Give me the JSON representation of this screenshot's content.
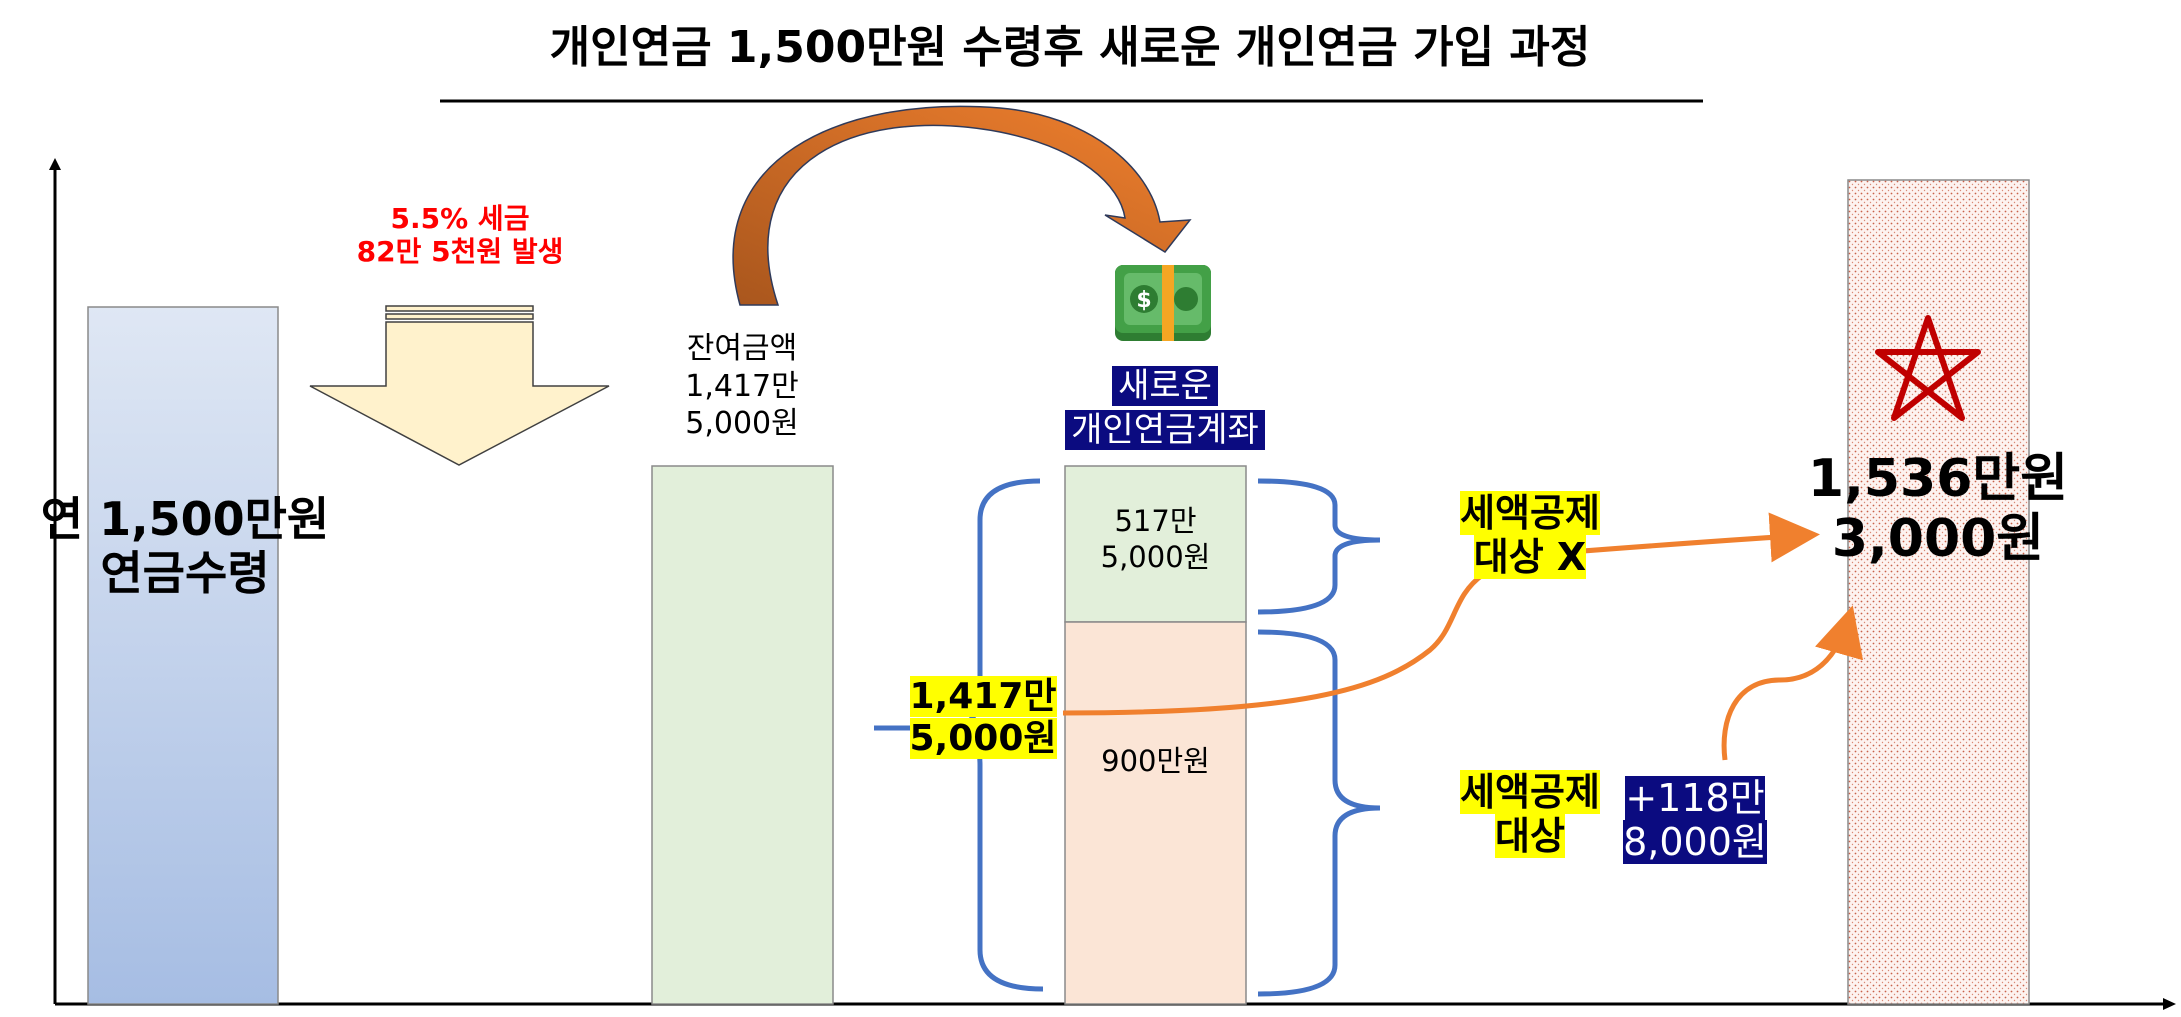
{
  "title": "개인연금 1,500만원 수령후 새로운 개인연금 가입 과정",
  "annual_pension": {
    "line1": "연 1,500만원",
    "line2": "연금수령"
  },
  "tax_note": {
    "line1": "5.5% 세금",
    "line2": "82만 5천원 발생"
  },
  "remaining": {
    "line1": "잔여금액",
    "line2": "1,417만",
    "line3": "5,000원"
  },
  "new_account": {
    "line1": "새로운",
    "line2": "개인연금계좌"
  },
  "upper_block": {
    "line1": "517만",
    "line2": "5,000원"
  },
  "lower_block": {
    "label": "900만원"
  },
  "total_deposit": {
    "line1": "1,417만",
    "line2": "5,000원"
  },
  "not_deductible": {
    "line1": "세액공제",
    "line2": "대상 X"
  },
  "deductible": {
    "line1": "세액공제",
    "line2": "대상"
  },
  "refund": {
    "line1": "+118만",
    "line2": "8,000원"
  },
  "result": {
    "line1": "1,536만원",
    "line2": "3,000원"
  },
  "icons": [
    "money-bill-icon",
    "star-icon"
  ],
  "colors": {
    "blue_bar_top": "#dfe7f4",
    "blue_bar_bottom": "#a6bde3",
    "green_bar": "#e2efda",
    "peach_bar": "#fbe5d6",
    "arrow_orange": "#f0802e",
    "brace_blue": "#4472c4",
    "tax_arrow_fill": "#fff2cc",
    "highlight_yellow": "#ffff00",
    "highlight_navy": "#0b0b80",
    "star_red": "#c00000",
    "tax_text": "#ff0000"
  }
}
